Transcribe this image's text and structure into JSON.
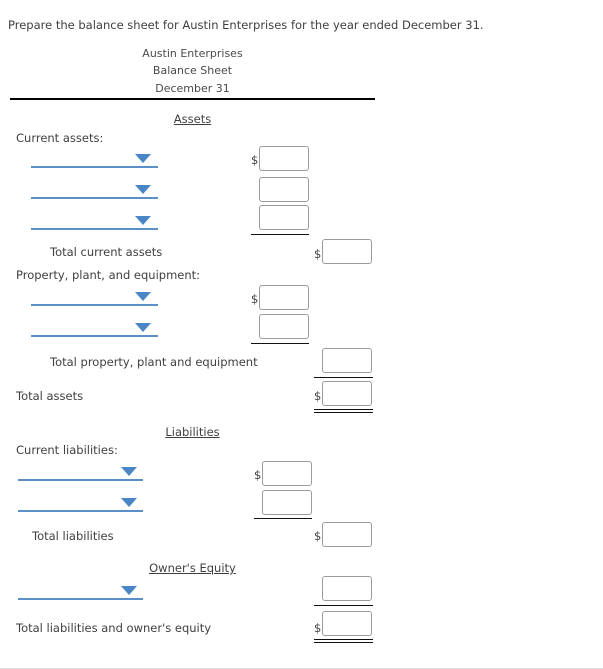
{
  "prompt": "Prepare the balance sheet for Austin Enterprises for the year ended December 31.",
  "statement_heading": {
    "company": "Austin Enterprises",
    "title": "Balance Sheet",
    "date": "December 31"
  },
  "sections": {
    "assets_title": "Assets",
    "liabilities_title": "Liabilities",
    "owners_equity_title": "Owner's Equity"
  },
  "labels": {
    "current_assets": "Current assets:",
    "total_current_assets": "Total current assets",
    "ppe": "Property, plant, and equipment:",
    "total_ppe": "Total property, plant and equipment",
    "total_assets": "Total assets",
    "current_liabilities": "Current liabilities:",
    "total_liabilities": "Total liabilities",
    "total_liabilities_and_equity": "Total liabilities and owner's equity"
  },
  "currency_symbol": "$",
  "dropdowns": [
    {
      "id": "current-asset-1",
      "value": "",
      "placeholder": ""
    },
    {
      "id": "current-asset-2",
      "value": "",
      "placeholder": ""
    },
    {
      "id": "current-asset-3",
      "value": "",
      "placeholder": ""
    },
    {
      "id": "ppe-1",
      "value": "",
      "placeholder": ""
    },
    {
      "id": "ppe-2",
      "value": "",
      "placeholder": ""
    },
    {
      "id": "current-liability-1",
      "value": "",
      "placeholder": ""
    },
    {
      "id": "current-liability-2",
      "value": "",
      "placeholder": ""
    },
    {
      "id": "owners-equity-1",
      "value": "",
      "placeholder": ""
    }
  ],
  "inputs": [
    {
      "id": "current-asset-amount-1",
      "value": ""
    },
    {
      "id": "current-asset-amount-2",
      "value": ""
    },
    {
      "id": "current-asset-amount-3",
      "value": ""
    },
    {
      "id": "total-current-assets-amount",
      "value": ""
    },
    {
      "id": "ppe-amount-1",
      "value": ""
    },
    {
      "id": "ppe-amount-2",
      "value": ""
    },
    {
      "id": "total-ppe-amount",
      "value": ""
    },
    {
      "id": "total-assets-amount",
      "value": ""
    },
    {
      "id": "current-liability-amount-1",
      "value": ""
    },
    {
      "id": "current-liability-amount-2",
      "value": ""
    },
    {
      "id": "total-liabilities-amount",
      "value": ""
    },
    {
      "id": "owners-equity-amount",
      "value": ""
    },
    {
      "id": "total-liabilities-and-equity-amount",
      "value": ""
    }
  ],
  "colors": {
    "dropdown_blue": "#5b8fc7",
    "arrow_blue": "#4a86c5",
    "rule_black": "#000000",
    "box_border": "#9b9b9b",
    "text": "#3f3f3f"
  }
}
